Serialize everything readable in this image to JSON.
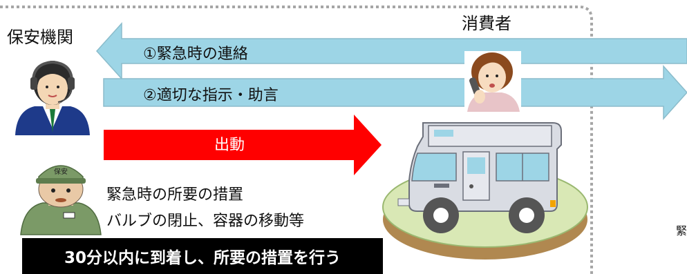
{
  "labels": {
    "org": "保安機関",
    "consumer": "消費者"
  },
  "arrows": {
    "contact": "①緊急時の連絡",
    "instruction": "②適切な指示・助言",
    "dispatch": "出動"
  },
  "measures": {
    "title": "緊急時の所要の措置",
    "detail": "バルブの閉止、容器の移動等"
  },
  "summary": "30分以内に到着し、所要の措置を行う",
  "cutoff": "緊",
  "colors": {
    "light_blue_arrow": "#9DD5E6",
    "dispatch_arrow": "#FF0000",
    "summary_bg": "#000000",
    "boundary": "#A6A6A6"
  },
  "icons": [
    "operator-headset-icon",
    "security-guard-icon",
    "consumer-phone-icon",
    "camper-van-icon"
  ]
}
